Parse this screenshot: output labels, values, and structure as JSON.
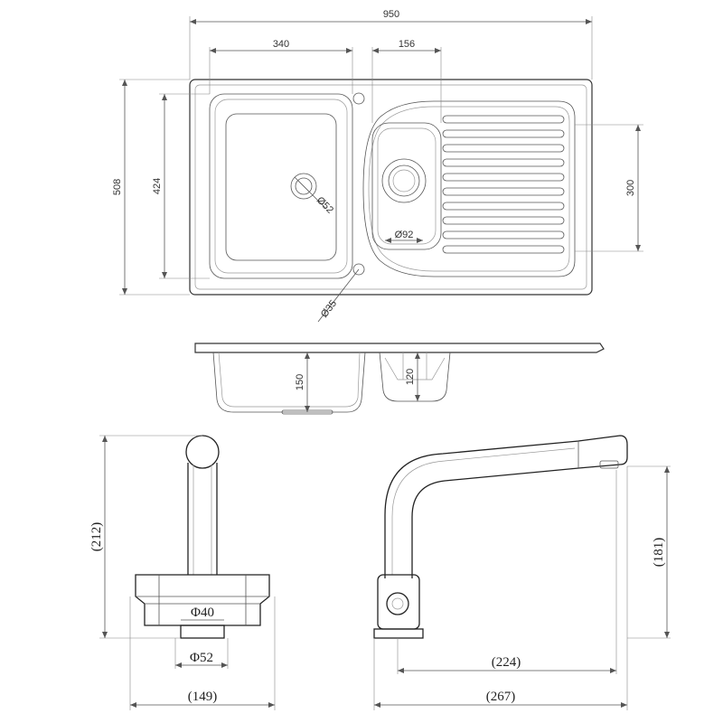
{
  "sink_top_view": {
    "overall_width": "950",
    "overall_depth": "508",
    "main_bowl_width": "340",
    "half_bowl_width": "156",
    "main_bowl_depth": "424",
    "drainer_depth": "300",
    "waste_diameter_main": "Ø52",
    "waste_diameter_half": "Ø92",
    "tap_hole_diameter": "Ø35"
  },
  "sink_side_view": {
    "main_bowl_depth": "150",
    "half_bowl_depth": "120"
  },
  "tap_front_view": {
    "height": "(212)",
    "base_width": "(149)",
    "inner_diameter": "Φ40",
    "outer_diameter": "Φ52"
  },
  "tap_side_view": {
    "spout_height": "(181)",
    "spout_reach": "(224)",
    "overall_length": "(267)"
  }
}
